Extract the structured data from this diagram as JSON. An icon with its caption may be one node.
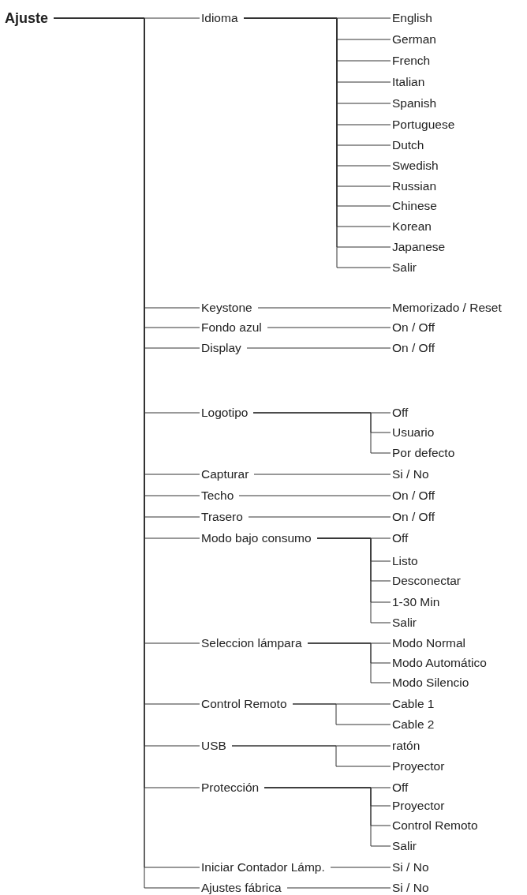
{
  "diagram": {
    "nodes": [
      {
        "text": [
          "Ajuste"
        ]
      },
      {
        "text": [
          "Idioma"
        ]
      },
      {
        "text": [
          "English"
        ]
      },
      {
        "text": [
          "German"
        ]
      },
      {
        "text": [
          "French"
        ]
      },
      {
        "text": [
          "Italian"
        ]
      },
      {
        "text": [
          "Spanish"
        ]
      },
      {
        "text": [
          "Portuguese"
        ]
      },
      {
        "text": [
          "Dutch"
        ]
      },
      {
        "text": [
          "Swedish"
        ]
      },
      {
        "text": [
          "Russian"
        ]
      },
      {
        "text": [
          "Chinese"
        ]
      },
      {
        "text": [
          "Korean"
        ]
      },
      {
        "text": [
          "Japanese"
        ]
      },
      {
        "text": [
          "Salir"
        ]
      },
      {
        "text": [
          "Keystone"
        ]
      },
      {
        "text": [
          "Memorizado / Reset"
        ]
      },
      {
        "text": [
          "Fondo azul"
        ]
      },
      {
        "text": [
          "On / Off"
        ]
      },
      {
        "text": [
          "Display"
        ]
      },
      {
        "text": [
          "On / Off"
        ]
      },
      {
        "text": [
          "Logotipo"
        ]
      },
      {
        "text": [
          "Off"
        ]
      },
      {
        "text": [
          "Usuario"
        ]
      },
      {
        "text": [
          "Por defecto"
        ]
      },
      {
        "text": [
          "Capturar"
        ]
      },
      {
        "text": [
          "Si / No"
        ]
      },
      {
        "text": [
          "Techo"
        ]
      },
      {
        "text": [
          "On / Off"
        ]
      },
      {
        "text": [
          "Trasero"
        ]
      },
      {
        "text": [
          "On / Off"
        ]
      },
      {
        "text": [
          "Modo bajo consumo"
        ]
      },
      {
        "text": [
          "Off"
        ]
      },
      {
        "text": [
          "Listo"
        ]
      },
      {
        "text": [
          "Desconectar"
        ]
      },
      {
        "text": [
          "1-30 Min"
        ]
      },
      {
        "text": [
          "Salir"
        ]
      },
      {
        "text": [
          "Seleccion lámpara"
        ]
      },
      {
        "text": [
          "Modo Normal"
        ]
      },
      {
        "text": [
          "Modo Automático"
        ]
      },
      {
        "text": [
          "Modo Silencio"
        ]
      },
      {
        "text": [
          "Control Remoto"
        ]
      },
      {
        "text": [
          "Cable 1"
        ]
      },
      {
        "text": [
          "Cable 2"
        ]
      },
      {
        "text": [
          "USB"
        ]
      },
      {
        "text": [
          "ratón"
        ]
      },
      {
        "text": [
          "Proyector"
        ]
      },
      {
        "text": [
          "Protección"
        ]
      },
      {
        "text": [
          "Off"
        ]
      },
      {
        "text": [
          "Proyector"
        ]
      },
      {
        "text": [
          "Control Remoto"
        ]
      },
      {
        "text": [
          "Salir"
        ]
      },
      {
        "text": [
          "Iniciar Contador Lámp."
        ]
      },
      {
        "text": [
          "Si / No"
        ]
      },
      {
        "text": [
          "Ajustes fábrica"
        ]
      },
      {
        "text": [
          "Si / No"
        ]
      }
    ],
    "edges": [
      {
        "from": 0,
        "to": 1,
        "arrow": "none"
      },
      {
        "from": 1,
        "to": 2,
        "arrow": "none"
      },
      {
        "from": 1,
        "to": 3,
        "arrow": "none"
      },
      {
        "from": 1,
        "to": 4,
        "arrow": "none"
      },
      {
        "from": 1,
        "to": 5,
        "arrow": "none"
      },
      {
        "from": 1,
        "to": 6,
        "arrow": "none"
      },
      {
        "from": 1,
        "to": 7,
        "arrow": "none"
      },
      {
        "from": 1,
        "to": 8,
        "arrow": "none"
      },
      {
        "from": 1,
        "to": 9,
        "arrow": "none"
      },
      {
        "from": 1,
        "to": 10,
        "arrow": "none"
      },
      {
        "from": 1,
        "to": 11,
        "arrow": "none"
      },
      {
        "from": 1,
        "to": 12,
        "arrow": "none"
      },
      {
        "from": 1,
        "to": 13,
        "arrow": "none"
      },
      {
        "from": 1,
        "to": 14,
        "arrow": "none"
      },
      {
        "from": 0,
        "to": 15,
        "arrow": "none"
      },
      {
        "from": 15,
        "to": 16,
        "arrow": "none"
      },
      {
        "from": 0,
        "to": 17,
        "arrow": "none"
      },
      {
        "from": 17,
        "to": 18,
        "arrow": "none"
      },
      {
        "from": 0,
        "to": 19,
        "arrow": "none"
      },
      {
        "from": 19,
        "to": 20,
        "arrow": "none"
      },
      {
        "from": 0,
        "to": 21,
        "arrow": "none"
      },
      {
        "from": 21,
        "to": 22,
        "arrow": "none"
      },
      {
        "from": 21,
        "to": 23,
        "arrow": "none"
      },
      {
        "from": 21,
        "to": 24,
        "arrow": "none"
      },
      {
        "from": 0,
        "to": 25,
        "arrow": "none"
      },
      {
        "from": 25,
        "to": 26,
        "arrow": "none"
      },
      {
        "from": 0,
        "to": 27,
        "arrow": "none"
      },
      {
        "from": 27,
        "to": 28,
        "arrow": "none"
      },
      {
        "from": 0,
        "to": 29,
        "arrow": "none"
      },
      {
        "from": 29,
        "to": 30,
        "arrow": "none"
      },
      {
        "from": 0,
        "to": 31,
        "arrow": "none"
      },
      {
        "from": 31,
        "to": 32,
        "arrow": "none"
      },
      {
        "from": 31,
        "to": 33,
        "arrow": "none"
      },
      {
        "from": 31,
        "to": 34,
        "arrow": "none"
      },
      {
        "from": 31,
        "to": 35,
        "arrow": "none"
      },
      {
        "from": 31,
        "to": 36,
        "arrow": "none"
      },
      {
        "from": 0,
        "to": 37,
        "arrow": "none"
      },
      {
        "from": 37,
        "to": 38,
        "arrow": "none"
      },
      {
        "from": 37,
        "to": 39,
        "arrow": "none"
      },
      {
        "from": 37,
        "to": 40,
        "arrow": "none"
      },
      {
        "from": 0,
        "to": 41,
        "arrow": "none"
      },
      {
        "from": 41,
        "to": 42,
        "arrow": "none"
      },
      {
        "from": 41,
        "to": 43,
        "arrow": "none"
      },
      {
        "from": 0,
        "to": 44,
        "arrow": "none"
      },
      {
        "from": 44,
        "to": 45,
        "arrow": "none"
      },
      {
        "from": 44,
        "to": 46,
        "arrow": "none"
      },
      {
        "from": 0,
        "to": 47,
        "arrow": "none"
      },
      {
        "from": 47,
        "to": 48,
        "arrow": "none"
      },
      {
        "from": 47,
        "to": 49,
        "arrow": "none"
      },
      {
        "from": 47,
        "to": 50,
        "arrow": "none"
      },
      {
        "from": 47,
        "to": 51,
        "arrow": "none"
      },
      {
        "from": 0,
        "to": 52,
        "arrow": "none"
      },
      {
        "from": 52,
        "to": 53,
        "arrow": "none"
      },
      {
        "from": 0,
        "to": 54,
        "arrow": "none"
      },
      {
        "from": 54,
        "to": 55,
        "arrow": "none"
      }
    ]
  }
}
